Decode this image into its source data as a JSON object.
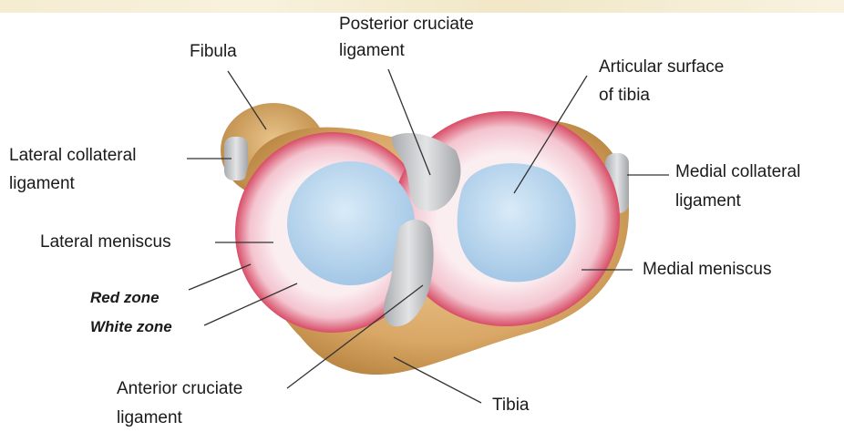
{
  "labels": {
    "fibula": "Fibula",
    "pcl_1": "Posterior cruciate",
    "pcl_2": "ligament",
    "articular_1": "Articular surface",
    "articular_2": "of tibia",
    "lcl_1": "Lateral collateral",
    "lcl_2": "ligament",
    "mcl_1": "Medial collateral",
    "mcl_2": "ligament",
    "lateral_meniscus": "Lateral meniscus",
    "medial_meniscus": "Medial meniscus",
    "red_zone": "Red zone",
    "white_zone": "White zone",
    "acl_1": "Anterior cruciate",
    "acl_2": "ligament",
    "tibia": "Tibia"
  },
  "colors": {
    "bone": "#d9a766",
    "meniscus_white": "#f6d7df",
    "meniscus_red": "#d9506a",
    "cartilage": "#b9d7ef",
    "ligament": "#c7c9cb",
    "leader": "#333333"
  }
}
